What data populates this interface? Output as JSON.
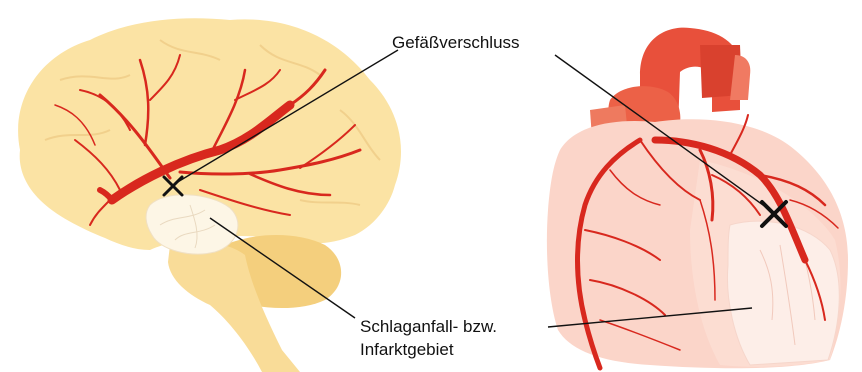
{
  "labels": {
    "occlusion": "Gefäßverschluss",
    "infarct_line1": "Schlaganfall- bzw.",
    "infarct_line2": "Infarktgebiet"
  },
  "colors": {
    "brain_fill": "#fbe3a4",
    "brain_dark": "#f4cf7d",
    "infarct_fill": "#fdf6e6",
    "artery": "#d8281e",
    "heart_fill": "#fbd5c9",
    "heart_dark": "#f0826b",
    "aorta": "#e8503b",
    "marker": "#111111"
  }
}
